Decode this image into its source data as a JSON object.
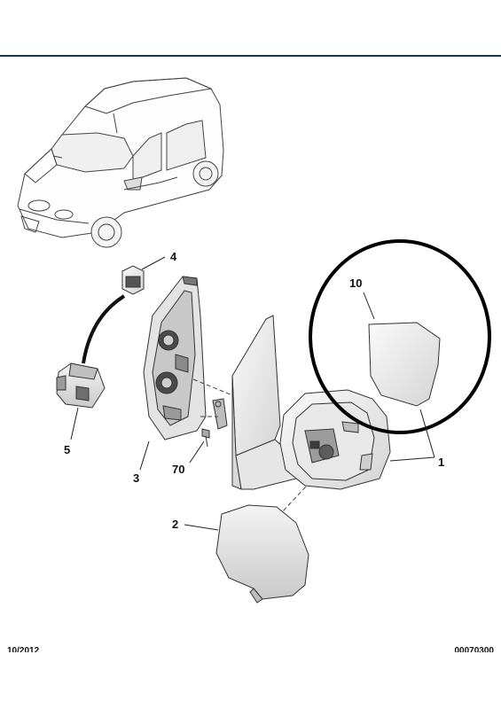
{
  "callouts": {
    "mirror_assembly": "1",
    "mirror_cover": "2",
    "mirror_housing": "3",
    "adjust_switch": "4",
    "motor_unit": "5",
    "mirror_glass": "10",
    "fixing_screw": "70"
  },
  "footer": {
    "date": "10/2012",
    "reference": "00070300"
  },
  "colors": {
    "rule": "#1f3550",
    "outline": "#333333",
    "highlight_circle": "#000000"
  }
}
